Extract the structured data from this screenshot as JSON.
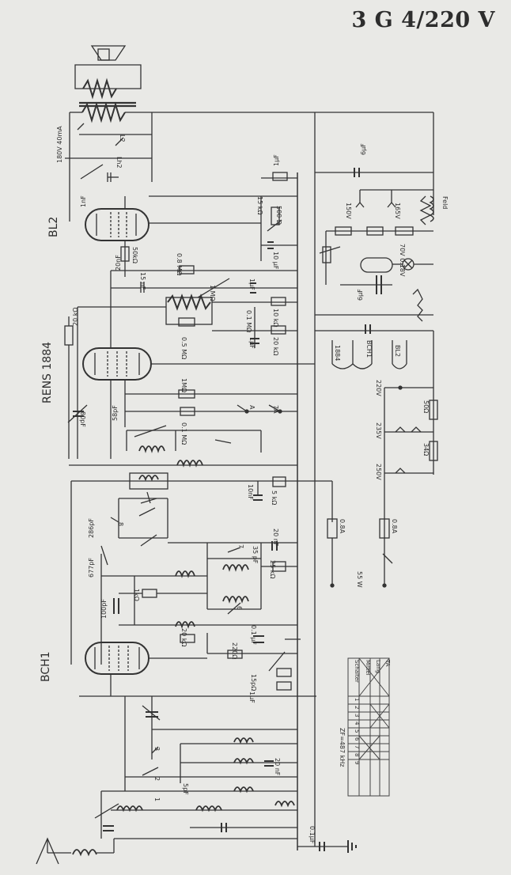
{
  "title": "3 G 4/220 V",
  "tubes": {
    "bl2": "BL2",
    "rens": "RENS 1884",
    "bch1": "BCH1"
  },
  "labels": {
    "l2": "L2",
    "lh2": "Lh2",
    "v180": "180V 40mA",
    "nf1": "1nF",
    "uf1": "1µF",
    "kohm15": "15 kΩ",
    "ohm500": "500 Ω",
    "uf10": "10 µF",
    "kohm50": "50kΩ",
    "mohm08": "0.8 MΩ",
    "nf20": "20nF",
    "nf15": "15 nF",
    "mohm1": "1 MΩ",
    "uf1b": "1µF",
    "kohm10": "10 kΩ",
    "mohm05": "0.5 MΩ",
    "mohm01": "0.1 MΩ",
    "kohm20": "20 kΩ",
    "uf1c": "1µF",
    "kohm20b": "20 kΩ",
    "pf80": "80pF",
    "pf58": "58pF",
    "mohm1b": "1MΩ",
    "mohm01b": "0.1 MΩ",
    "s_a": "A",
    "s_7a": "7A",
    "nf10": "10nF",
    "kohm5": "5 kΩ",
    "pf286": "286pF",
    "pf677": "677pF",
    "s_8": "8",
    "s_7": "7",
    "pf35": "35 pF",
    "nf20b": "20 nF",
    "kohm25": "25 kΩ",
    "pf100": "100pF",
    "kohm1": "1kΩ",
    "s_6": "6",
    "kohm20c": "20 kΩ",
    "ohm220": "220Ω",
    "uf01": "0.1 µF",
    "pf15": "15pΩ",
    "uf1d": "1µF",
    "s_3": "3",
    "s_2": "2",
    "s_1": "1",
    "pf5": "5pF",
    "nf20c": "20 nF",
    "uf01b": "0.1µF",
    "uf6": "6µF",
    "uf6b": "6µF",
    "v150": "150V",
    "v165": "165V",
    "feld": "Feld",
    "v70": "70V 0.18V",
    "t1884": "1884",
    "tbch1": "BCH1",
    "tbl2": "BL2",
    "v220": "220V",
    "ohm50": "50Ω",
    "v235": "235V",
    "ohm34": "34Ω",
    "v250": "250V",
    "a08": "0.8A",
    "a08b": "0.8A",
    "w55": "55 W",
    "zf": "ZF=487 kHz"
  },
  "switch_table": {
    "header": [
      "Schalter",
      "1",
      "2",
      "3",
      "4",
      "5",
      "6",
      "7",
      "8",
      "9"
    ],
    "rows": [
      "Mittel",
      "Lang",
      "TA"
    ]
  }
}
